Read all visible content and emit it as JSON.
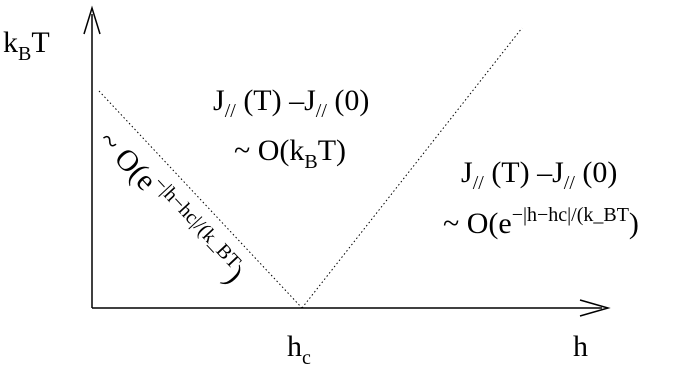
{
  "axes": {
    "y_label": {
      "main": "k",
      "sub": "B",
      "tail": "T"
    },
    "x_label": "h",
    "critical_point": {
      "main": "h",
      "sub": "c"
    }
  },
  "regions": {
    "center": {
      "line1": {
        "a": "J",
        "a_sub": "//",
        "a_arg": " (T) –J",
        "b_sub": "//",
        "b_arg": " (0)"
      },
      "line2": {
        "pre": "~ O(k",
        "sub": "B",
        "post": "T)"
      }
    },
    "right": {
      "line1": {
        "a": "J",
        "a_sub": "//",
        "a_arg": " (T) –J",
        "b_sub": "//",
        "b_arg": " (0)"
      },
      "line2": {
        "pre": "~ O(e",
        "sup": "−|h−hc|/(k_BT",
        "post": ")"
      }
    },
    "left_diagonal": {
      "pre": "~ O(e",
      "sup": "−|h−hc|/(k_BT",
      "post": ")"
    }
  }
}
